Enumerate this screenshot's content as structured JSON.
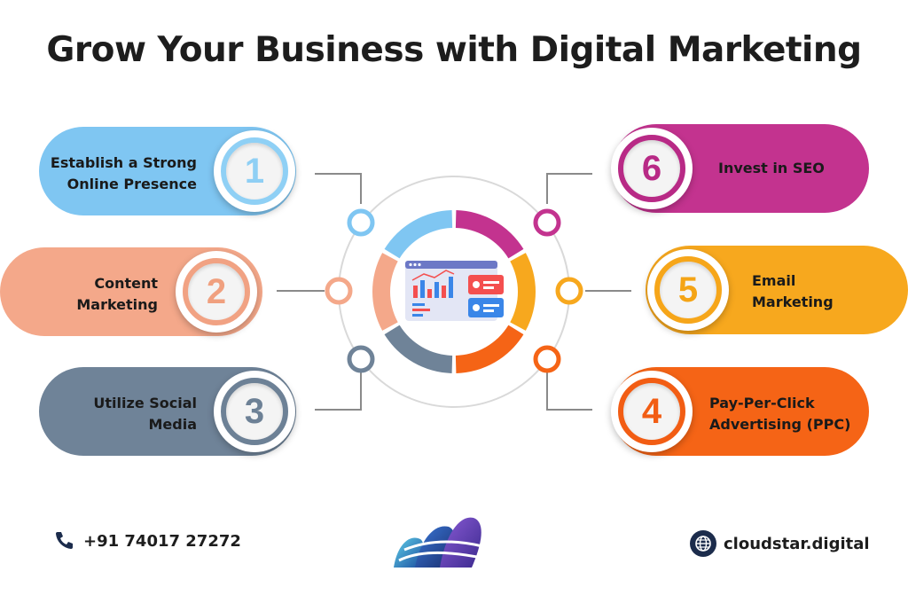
{
  "title": "Grow Your Business with Digital Marketing",
  "steps": [
    {
      "number": "1",
      "label_line1": "Establish a Strong",
      "label_line2": "Online Presence",
      "color": "#7fc6f2",
      "ring": "#8fd0f5"
    },
    {
      "number": "2",
      "label_line1": "Content",
      "label_line2": "Marketing",
      "color": "#f4a88a",
      "ring": "#f1a283"
    },
    {
      "number": "3",
      "label_line1": "Utilize Social",
      "label_line2": "Media",
      "color": "#6f8398",
      "ring": "#6d8196"
    },
    {
      "number": "4",
      "label_line1": "Pay-Per-Click",
      "label_line2": "Advertising (PPC)",
      "color": "#f56416",
      "ring": "#f25d14"
    },
    {
      "number": "5",
      "label_line1": "Email",
      "label_line2": "Marketing",
      "color": "#f7a81e",
      "ring": "#f6a61a"
    },
    {
      "number": "6",
      "label_line1": "Invest in SEO",
      "label_line2": "",
      "color": "#c3338f",
      "ring": "#b82a86"
    }
  ],
  "center_icon": "analytics-dashboard-icon",
  "footer": {
    "phone": "+91 74017 27272",
    "phone_icon": "phone-icon",
    "website": "cloudstar.digital",
    "website_icon": "globe-icon",
    "logo_icon": "cloudstar-logo-icon"
  }
}
